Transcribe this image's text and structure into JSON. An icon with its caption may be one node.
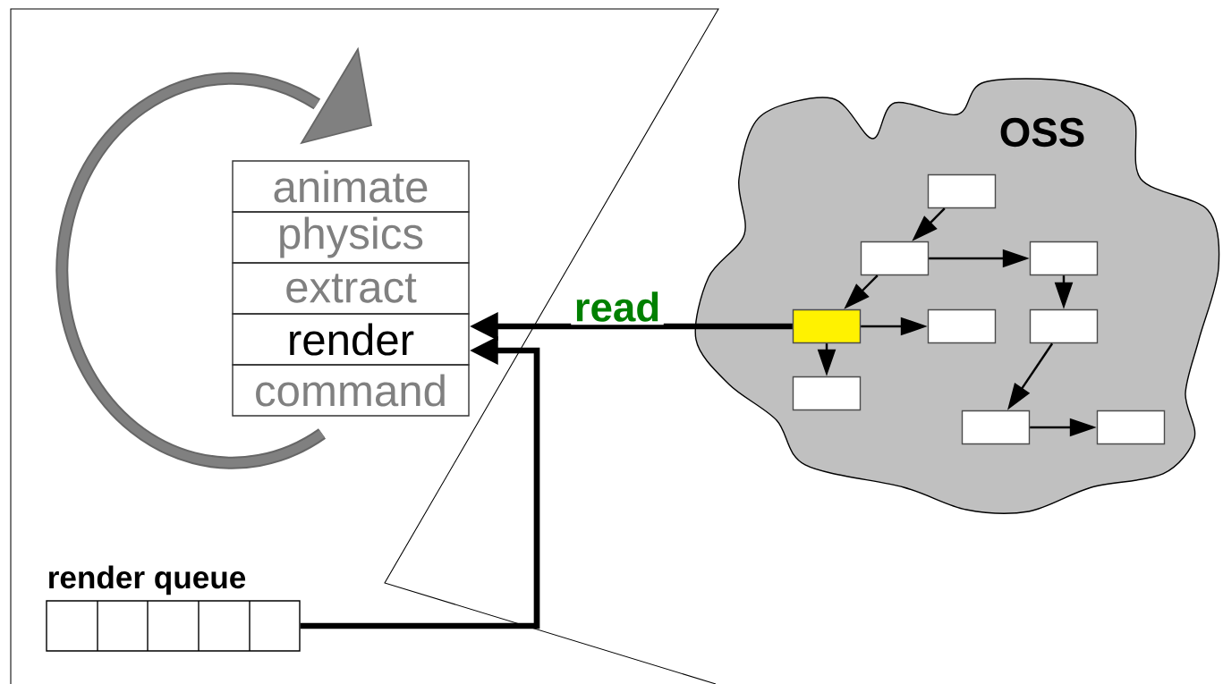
{
  "diagram": {
    "nodes": [
      {
        "text": [
          "animate"
        ]
      },
      {
        "text": [
          "physics"
        ]
      },
      {
        "text": [
          "extract"
        ]
      },
      {
        "text": [
          "render"
        ]
      },
      {
        "text": [
          "command"
        ]
      },
      {
        "text": [
          "render queue"
        ]
      },
      {
        "text": [
          "OSS"
        ]
      },
      {
        "text": [],
        "shape": "box",
        "in": 6
      },
      {
        "text": [],
        "shape": "box",
        "in": 6
      },
      {
        "text": [],
        "shape": "box",
        "in": 6
      },
      {
        "text": [],
        "shape": "box",
        "in": 6
      },
      {
        "text": [],
        "shape": "box",
        "in": 6
      },
      {
        "text": [],
        "shape": "box",
        "in": 6
      },
      {
        "text": [],
        "shape": "box",
        "in": 6
      },
      {
        "text": [],
        "shape": "box",
        "in": 6
      },
      {
        "text": [],
        "shape": "box",
        "in": 6
      }
    ],
    "edges": [
      {
        "from": 7,
        "to": 8,
        "arrow": "to"
      },
      {
        "from": 8,
        "to": 9,
        "arrow": "to"
      },
      {
        "from": 8,
        "to": 10,
        "arrow": "to"
      },
      {
        "from": 9,
        "to": 12,
        "arrow": "to"
      },
      {
        "from": 10,
        "to": 11,
        "arrow": "to"
      },
      {
        "from": 10,
        "to": 13,
        "arrow": "to"
      },
      {
        "from": 12,
        "to": 14,
        "arrow": "to"
      },
      {
        "from": 14,
        "to": 15,
        "arrow": "to"
      },
      {
        "from": 10,
        "to": 3,
        "arrow": "to",
        "label": "read",
        "style": "thick"
      },
      {
        "from": 5,
        "to": 3,
        "arrow": "to",
        "style": "thick"
      }
    ]
  }
}
